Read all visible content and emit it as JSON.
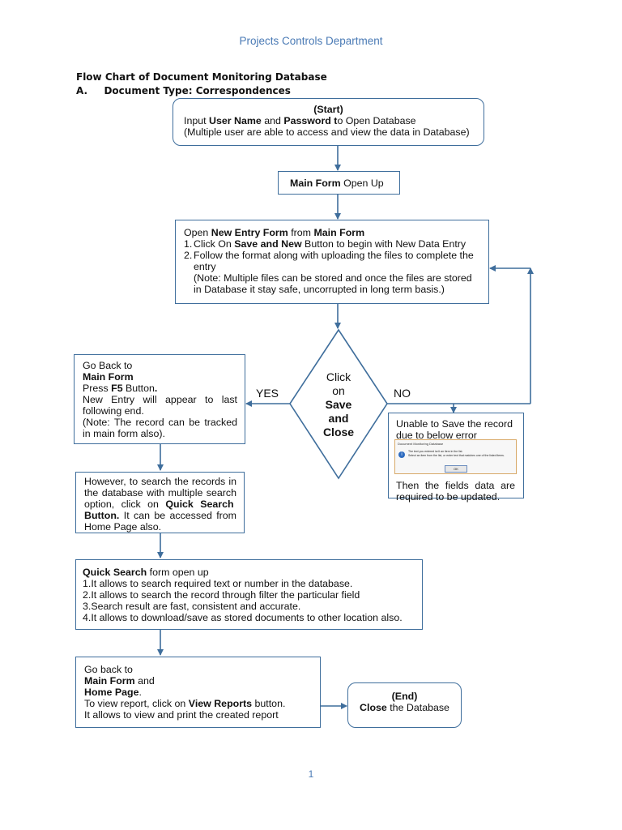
{
  "header": "Projects Controls Department",
  "title": "Flow Chart of Document Monitoring Database",
  "subtitle_prefix": "A.",
  "subtitle": "Document Type: Correspondences",
  "start": {
    "tag": "(Start)",
    "l1_a": "Input ",
    "l1_b": "User Name",
    "l1_c": " and ",
    "l1_d": "Password t",
    "l1_e": "o Open Database",
    "l2": "(Multiple user are able to access and view the data in Database)"
  },
  "main_form": {
    "bold": "Main Form",
    "rest": " Open Up"
  },
  "new_entry": {
    "l1_a": "Open ",
    "l1_b": "New Entry Form",
    "l1_c": " from ",
    "l1_d": "Main Form",
    "i1_num": "1.",
    "i1_a": "Click On ",
    "i1_b": "Save and New",
    "i1_c": " Button to begin with New Data Entry",
    "i2_num": "2.",
    "i2_a": "Follow the format along with uploading the files to complete the entry",
    "i2_b": "(Note: Multiple files can be stored and once the files are stored in Database it stay safe, uncorrupted in long term basis.)"
  },
  "decision": {
    "l1": "Click",
    "l2": "on",
    "l3": "Save",
    "l4": "and",
    "l5": "Close"
  },
  "yes": "YES",
  "no": "NO",
  "go_back": {
    "l1": "Go Back to",
    "l2": "Main Form",
    "l3_a": "Press ",
    "l3_b": "F5",
    "l3_c": " Button",
    "l3_d": ".",
    "l4": "New Entry will appear to last following end.",
    "l5": "(Note: The record can be tracked in main form also)."
  },
  "error_box": {
    "l1": "Unable to Save the record due to below error",
    "dialog_title": "Document Monitoring Database",
    "dialog_msg1": "The text you entered isn't an item in the list.",
    "dialog_msg2": "Select an item from the list, or enter text that matches one of the listed items.",
    "dialog_ok": "OK",
    "l2": "Then the fields data are required to be updated."
  },
  "search_info": {
    "l1_a": "However, to search the records in the database with multiple search option, click on ",
    "l1_b": "Quick Search",
    "l1_c": " Button",
    "l1_d": ".",
    "l1_e": " It can be accessed from Home Page also."
  },
  "quick_search": {
    "l1_a": "Quick Search",
    "l1_b": " form open up",
    "items": [
      "1.It allows to search required text or number in the database.",
      "2.It allows to search the record through filter the particular field",
      "3.Search result are fast, consistent and accurate.",
      "4.It allows to download/save as stored documents to other location also."
    ]
  },
  "go_back2": {
    "l1": "Go back to",
    "l2_a": "Main Form",
    "l2_b": " and",
    "l3_a": "Home Page",
    "l3_b": ".",
    "l4_a": "To view report, click on ",
    "l4_b": "View Reports",
    "l4_c": " button.",
    "l5": "It allows to view and print the created report"
  },
  "end": {
    "tag": "(End)",
    "l1_a": "Close",
    "l1_b": " the Database"
  },
  "page_number": "1",
  "colors": {
    "line": "#3f6e9c",
    "header": "#4a7ab5",
    "page_number": "#4a7ab5"
  }
}
